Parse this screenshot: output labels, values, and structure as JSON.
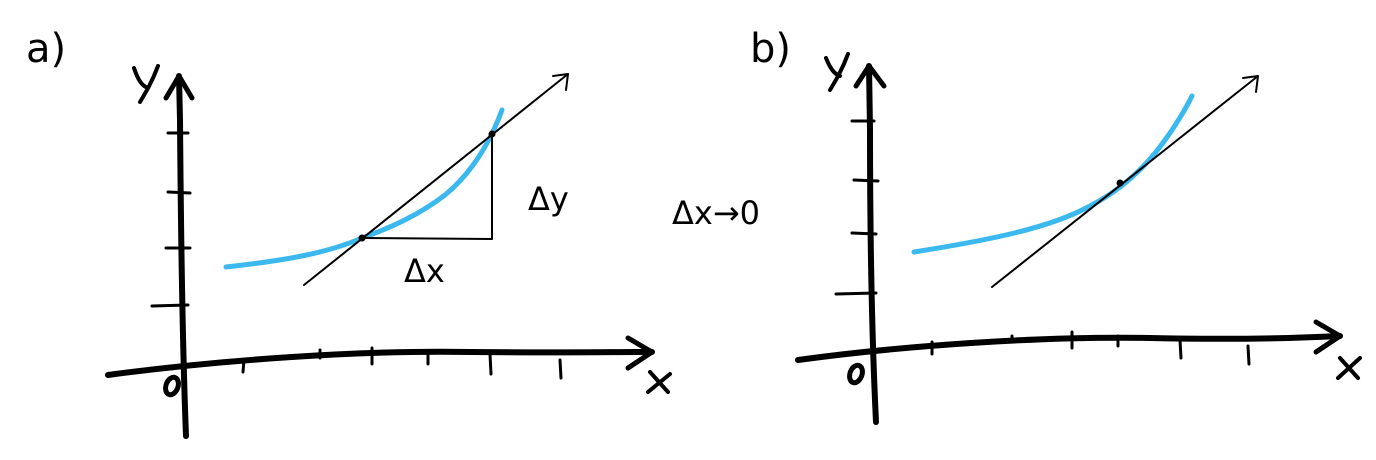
{
  "panels": [
    {
      "label": "a)",
      "y_axis": "Y",
      "x_axis": "X",
      "origin": "0",
      "delta_x": "Δx",
      "delta_y": "Δy"
    },
    {
      "label": "b)",
      "y_axis": "Y",
      "x_axis": "X",
      "origin": "0"
    }
  ],
  "limit_label": "Δx→0",
  "colors": {
    "curve": "#3bb8ee",
    "ink": "#000000"
  }
}
